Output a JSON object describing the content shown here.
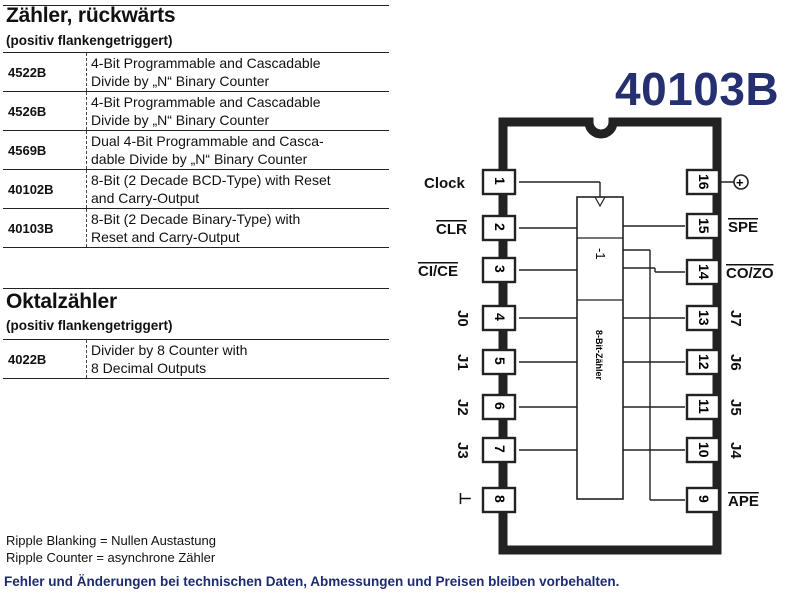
{
  "section1": {
    "title": "Zähler, rückwärts",
    "subtitle": "(positiv flankengetriggert)",
    "rows": [
      {
        "code": "4522B",
        "line1": "4-Bit Programmable and Cascadable",
        "line2": "Divide by „N“ Binary Counter"
      },
      {
        "code": "4526B",
        "line1": "4-Bit Programmable and Cascadable",
        "line2": "Divide by „N“ Binary Counter"
      },
      {
        "code": "4569B",
        "line1": "Dual 4-Bit Programmable and Casca-",
        "line2": "dable Divide by „N“ Binary Counter"
      },
      {
        "code": "40102B",
        "line1": "8-Bit (2 Decade BCD-Type) with Reset",
        "line2": "and Carry-Output"
      },
      {
        "code": "40103B",
        "line1": "8-Bit (2 Decade Binary-Type) with",
        "line2": "Reset and Carry-Output"
      }
    ]
  },
  "section2": {
    "title": "Oktalzähler",
    "subtitle": "(positiv flankengetriggert)",
    "rows": [
      {
        "code": "4022B",
        "line1": "Divider by 8 Counter with",
        "line2": "8 Decimal Outputs"
      }
    ]
  },
  "notes": [
    "Ripple Blanking = Nullen Austastung",
    "Ripple Counter = asynchrone Zähler"
  ],
  "footer": "Fehler und Änderungen bei technischen Daten, Abmessungen und Preisen bleiben vorbehalten.",
  "chip": {
    "type_number": "40103B",
    "inner_label": "8-Bit-Zähler",
    "inner_mark": "-1",
    "left_pins": [
      {
        "num": "1",
        "label": "Clock"
      },
      {
        "num": "2",
        "label": "CLR"
      },
      {
        "num": "3",
        "label": "CI/CE"
      },
      {
        "num": "4",
        "label": "J0"
      },
      {
        "num": "5",
        "label": "J1"
      },
      {
        "num": "6",
        "label": "J2"
      },
      {
        "num": "7",
        "label": "J3"
      },
      {
        "num": "8",
        "label": "⊥"
      }
    ],
    "right_pins": [
      {
        "num": "16",
        "label": "+"
      },
      {
        "num": "15",
        "label": "SPE"
      },
      {
        "num": "14",
        "label": "CO/ZO"
      },
      {
        "num": "13",
        "label": "J7"
      },
      {
        "num": "12",
        "label": "J6"
      },
      {
        "num": "11",
        "label": "J5"
      },
      {
        "num": "10",
        "label": "J4"
      },
      {
        "num": "9",
        "label": "APE"
      }
    ]
  }
}
